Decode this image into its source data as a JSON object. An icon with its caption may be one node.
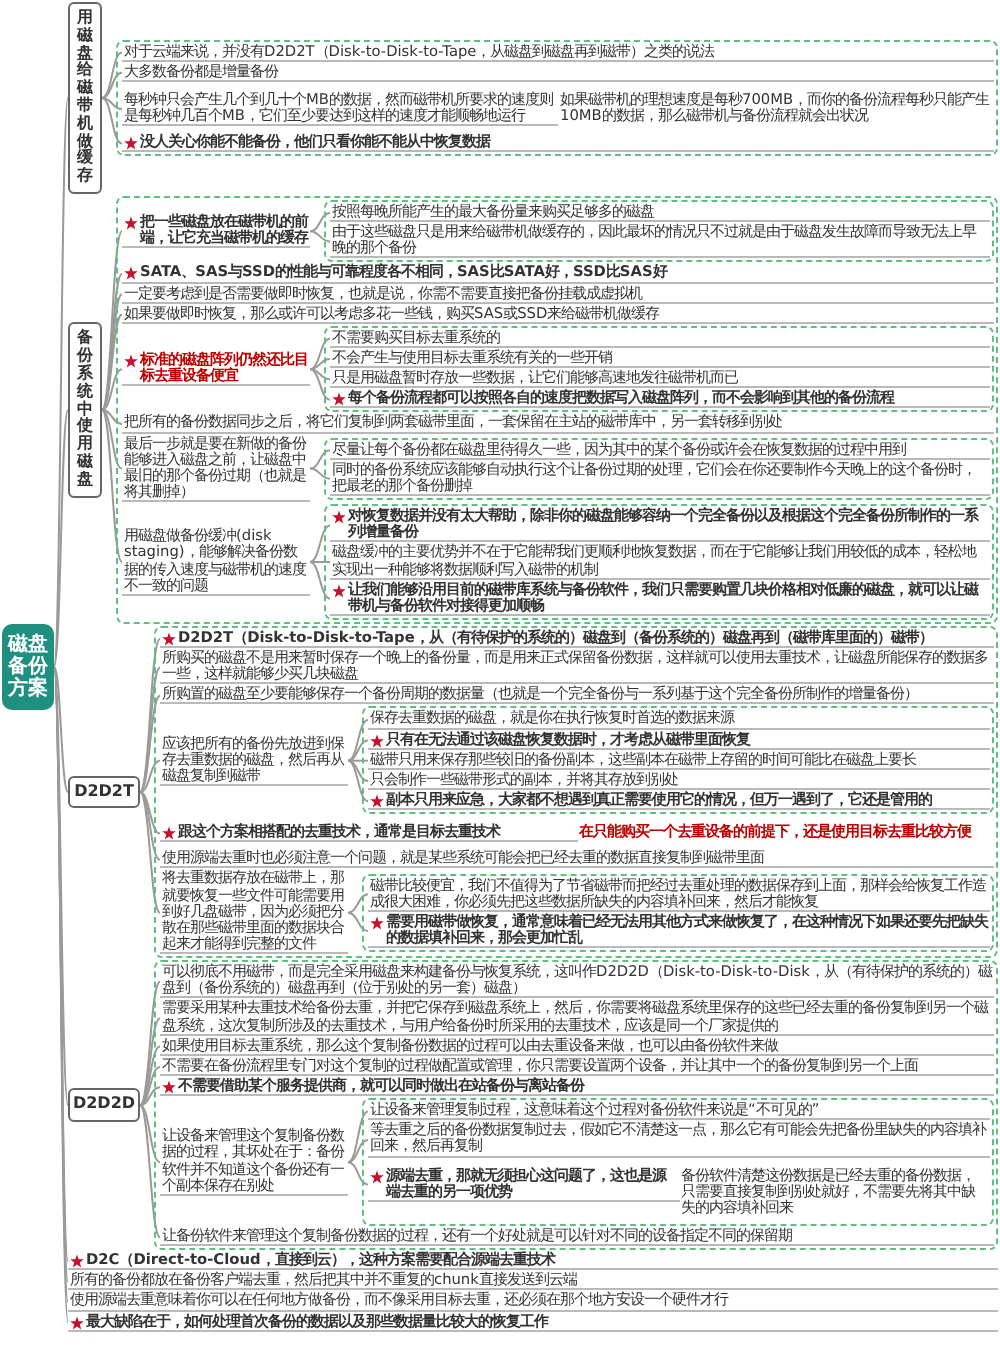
{
  "diagram": {
    "nodes": [
      {
        "text": [
          "磁盘备份方案"
        ]
      },
      {
        "text": [
          "用磁盘给磁带机做缓存"
        ]
      },
      {
        "text": [
          "对于云端来说，并没有D2D2T（Disk-to-Disk-to-Tape，从磁盘到磁盘再到磁带）之类的说法"
        ]
      },
      {
        "text": [
          "大多数备份都是增量备份"
        ]
      },
      {
        "text": [
          "每秒钟只会产生几个到几十个MB的数据，然而磁带机所要求的速度则是每秒钟几百个MB，它们至少要达到这样的速度才能顺畅地运行"
        ],
        "beside": [
          "如果磁带机的理想速度是每秒700MB，而你的备份流程每秒只能产生10MB的数据，那么磁带机与备份流程就会出状况"
        ]
      },
      {
        "text": [
          "没人关心你能不能备份，他们只看你能不能从中恢复数据"
        ]
      },
      {
        "text": [
          "备份系统中使用磁盘"
        ]
      },
      {
        "text": [
          "把一些磁盘放在磁带机的前端，让它充当磁带机的缓存"
        ]
      },
      {
        "text": [
          "按照每晚所能产生的最大备份量来购买足够多的磁盘"
        ]
      },
      {
        "text": [
          "由于这些磁盘只是用来给磁带机做缓存的，因此最坏的情况只不过就是由于磁盘发生故障而导致无法上早晚的那个备份"
        ]
      },
      {
        "text": [
          "SATA、SAS与SSD的性能与可靠程度各不相同，SAS比SATA好，SSD比SAS好"
        ]
      },
      {
        "text": [
          "一定要考虑到是否需要做即时恢复，也就是说，你需不需要直接把备份挂载成虚拟机"
        ]
      },
      {
        "text": [
          "如果要做即时恢复，那么或许可以考虑多花一些钱，购买SAS或SSD来给磁带机做缓存"
        ]
      },
      {
        "text": [
          "标准的磁盘阵列仍然还比目标去重设备便宜"
        ]
      },
      {
        "text": [
          "不需要购买目标去重系统的"
        ]
      },
      {
        "text": [
          "不会产生与使用目标去重系统有关的一些开销"
        ]
      },
      {
        "text": [
          "只是用磁盘暂时存放一些数据，让它们能够高速地发往磁带机而已"
        ]
      },
      {
        "text": [
          "每个备份流程都可以按照各自的速度把数据写入磁盘阵列，而不会影响到其他的备份流程"
        ]
      },
      {
        "text": [
          "把所有的备份数据同步之后，将它们复制到两套磁带里面，一套保留在主站的磁带库中，另一套转移到别处"
        ]
      },
      {
        "text": [
          "最后一步就是要在新做的备份能够进入磁盘之前，让磁盘中最旧的那个备份过期（也就是将其删掉）"
        ]
      },
      {
        "text": [
          "尽量让每个备份都在磁盘里待得久一些，因为其中的某个备份或许会在恢复数据的过程中用到"
        ]
      },
      {
        "text": [
          "同时的备份系统应该能够自动执行这个让备份过期的处理，它们会在你还要制作今天晚上的这个备份时，把最老的那个备份删掉"
        ]
      },
      {
        "text": [
          "用磁盘做备份缓冲(disk staging)，能够解决备份数据的传入速度与磁带机的速度不一致的问题"
        ]
      },
      {
        "text": [
          "对恢复数据并没有太大帮助，除非你的磁盘能够容纳一个完全备份以及根据这个完全备份所制作的一系列增量备份"
        ]
      },
      {
        "text": [
          "磁盘缓冲的主要优势并不在于它能帮我们更顺利地恢复数据，而在于它能够让我们用较低的成本，轻松地实现出一种能够将数据顺利写入磁带的机制"
        ]
      },
      {
        "text": [
          "让我们能够沿用目前的磁带库系统与备份软件，我们只需要购置几块价格相对低廉的磁盘，就可以让磁带机与备份软件对接得更加顺畅"
        ]
      },
      {
        "text": [
          "D2D2T"
        ]
      },
      {
        "text": [
          "D2D2T（Disk-to-Disk-to-Tape，从（有待保护的系统的）磁盘到（备份系统的）磁盘再到（磁带库里面的）磁带）"
        ]
      },
      {
        "text": [
          "所购买的磁盘不是用来暂时保存一个晚上的备份量，而是用来正式保留备份数据，这样就可以使用去重技术，让磁盘所能保存的数据多一些，这样就能够少买几块磁盘"
        ]
      },
      {
        "text": [
          "所购置的磁盘至少要能够保存一个备份周期的数据量（也就是一个完全备份与一系列基于这个完全备份所制作的增量备份）"
        ]
      },
      {
        "text": [
          "应该把所有的备份先放进到保存去重数据的磁盘，然后再从磁盘复制到磁带"
        ]
      },
      {
        "text": [
          "保存去重数据的磁盘，就是你在执行恢复时首选的数据来源"
        ]
      },
      {
        "text": [
          "只有在无法通过该磁盘恢复数据时，才考虑从磁带里面恢复"
        ]
      },
      {
        "text": [
          "磁带只用来保存那些较旧的备份副本，这些副本在磁带上存留的时间可能比在磁盘上要长"
        ]
      },
      {
        "text": [
          "只会制作一些磁带形式的副本，并将其存放到别处"
        ]
      },
      {
        "text": [
          "副本只用来应急，大家都不想遇到真正需要使用它的情况，但万一遇到了，它还是管用的"
        ]
      },
      {
        "text": [
          "跟这个方案相搭配的去重技术，通常是目标去重技术"
        ],
        "beside": [
          "在只能购买一个去重设备的前提下，还是使用目标去重比较方便"
        ]
      },
      {
        "text": [
          "使用源端去重时也必须注意一个问题，就是某些系统可能会把已经去重的数据直接复制到磁带里面"
        ]
      },
      {
        "text": [
          "将去重数据存放在磁带上，那就要恢复一些文件可能需要用到好几盘磁带，因为必须把分散在那些磁带里面的数据块合起来才能得到完整的文件"
        ]
      },
      {
        "text": [
          "磁带比较便宜，我们不值得为了节省磁带而把经过去重处理的数据保存到上面，那样会给恢复工作造成很大困难，你必须先把这些数据所缺失的内容填补回来，然后才能恢复"
        ]
      },
      {
        "text": [
          "需要用磁带做恢复，通常意味着已经无法用其他方式来做恢复了，在这种情况下如果还要先把缺失的数据填补回来，那会更加忙乱"
        ]
      },
      {
        "text": [
          "D2D2D"
        ]
      },
      {
        "text": [
          "可以彻底不用磁带，而是完全采用磁盘来构建备份与恢复系统，这叫作D2D2D（Disk-to-Disk-to-Disk，从（有待保护的系统的）磁盘到（备份系统的）磁盘再到（位于别处的另一套）磁盘）"
        ]
      },
      {
        "text": [
          "需要采用某种去重技术给备份去重，并把它保存到磁盘系统上，然后，你需要将磁盘系统里保存的这些已经去重的备份复制到另一个磁盘系统，这次复制所涉及的去重技术，与用户给备份时所采用的去重技术，应该是同一个厂家提供的"
        ]
      },
      {
        "text": [
          "如果使用目标去重系统，那么这个复制备份数据的过程可以由去重设备来做，也可以由备份软件来做"
        ]
      },
      {
        "text": [
          "不需要在备份流程里专门对这个复制的过程做配置或管理，你只需要设置两个设备，并让其中一个的备份复制到另一个上面"
        ]
      },
      {
        "text": [
          "不需要借助某个服务提供商，就可以同时做出在站备份与离站备份"
        ]
      },
      {
        "text": [
          "让设备来管理这个复制备份数据的过程，其坏处在于：备份软件并不知道这个备份还有一个副本保存在别处"
        ]
      },
      {
        "text": [
          "让设备来管理复制过程，这意味着这个过程对备份软件来说是“不可见的”"
        ]
      },
      {
        "text": [
          "等去重之后的备份数据复制过去，假如它不清楚这一点，那么它有可能会先把备份里缺失的内容填补回来，然后再复制"
        ]
      },
      {
        "text": [
          "源端去重，那就无须担心这问题了，这也是源端去重的另一项优势"
        ],
        "beside": [
          "备份软件清楚这份数据是已经去重的备份数据，只需要直接复制到别处就好，不需要先将其中缺失的内容填补回来"
        ]
      },
      {
        "text": [
          "让备份软件来管理这个复制备份数据的过程，还有一个好处就是可以针对不同的设备指定不同的保留期"
        ]
      },
      {
        "text": [
          "D2C（Direct-to-Cloud，直接到云），这种方案需要配合源端去重技术"
        ]
      },
      {
        "text": [
          "所有的备份都放在备份客户端去重，然后把其中并不重复的chunk直接发送到云端"
        ]
      },
      {
        "text": [
          "使用源端去重意味着你可以在任何地方做备份，而不像采用目标去重，还必须在那个地方安设一个硬件才行"
        ]
      },
      {
        "text": [
          "最大缺陷在于，如何处理首次备份的数据以及那些数据量比较大的恢复工作"
        ]
      }
    ],
    "edges": [
      {
        "from": 0,
        "to": 1,
        "arrow": "none"
      },
      {
        "from": 1,
        "to": 2,
        "arrow": "none"
      },
      {
        "from": 1,
        "to": 3,
        "arrow": "none"
      },
      {
        "from": 1,
        "to": 4,
        "arrow": "none"
      },
      {
        "from": 1,
        "to": 5,
        "arrow": "none"
      },
      {
        "from": 0,
        "to": 6,
        "arrow": "none"
      },
      {
        "from": 6,
        "to": 7,
        "arrow": "none"
      },
      {
        "from": 7,
        "to": 8,
        "arrow": "none"
      },
      {
        "from": 7,
        "to": 9,
        "arrow": "none"
      },
      {
        "from": 6,
        "to": 10,
        "arrow": "none"
      },
      {
        "from": 6,
        "to": 11,
        "arrow": "none"
      },
      {
        "from": 6,
        "to": 12,
        "arrow": "none"
      },
      {
        "from": 6,
        "to": 13,
        "arrow": "none"
      },
      {
        "from": 13,
        "to": 14,
        "arrow": "none"
      },
      {
        "from": 13,
        "to": 15,
        "arrow": "none"
      },
      {
        "from": 13,
        "to": 16,
        "arrow": "none"
      },
      {
        "from": 13,
        "to": 17,
        "arrow": "none"
      },
      {
        "from": 6,
        "to": 18,
        "arrow": "none"
      },
      {
        "from": 6,
        "to": 19,
        "arrow": "none"
      },
      {
        "from": 19,
        "to": 20,
        "arrow": "none"
      },
      {
        "from": 19,
        "to": 21,
        "arrow": "none"
      },
      {
        "from": 6,
        "to": 22,
        "arrow": "none"
      },
      {
        "from": 22,
        "to": 23,
        "arrow": "none"
      },
      {
        "from": 22,
        "to": 24,
        "arrow": "none"
      },
      {
        "from": 22,
        "to": 25,
        "arrow": "none"
      },
      {
        "from": 0,
        "to": 26,
        "arrow": "none"
      },
      {
        "from": 26,
        "to": 27,
        "arrow": "none"
      },
      {
        "from": 26,
        "to": 28,
        "arrow": "none"
      },
      {
        "from": 26,
        "to": 29,
        "arrow": "none"
      },
      {
        "from": 26,
        "to": 30,
        "arrow": "none"
      },
      {
        "from": 30,
        "to": 31,
        "arrow": "none"
      },
      {
        "from": 30,
        "to": 32,
        "arrow": "none"
      },
      {
        "from": 30,
        "to": 33,
        "arrow": "none"
      },
      {
        "from": 30,
        "to": 34,
        "arrow": "none"
      },
      {
        "from": 30,
        "to": 35,
        "arrow": "none"
      },
      {
        "from": 26,
        "to": 36,
        "arrow": "none"
      },
      {
        "from": 26,
        "to": 37,
        "arrow": "none"
      },
      {
        "from": 26,
        "to": 38,
        "arrow": "none"
      },
      {
        "from": 38,
        "to": 39,
        "arrow": "none"
      },
      {
        "from": 38,
        "to": 40,
        "arrow": "none"
      },
      {
        "from": 0,
        "to": 41,
        "arrow": "none"
      },
      {
        "from": 41,
        "to": 42,
        "arrow": "none"
      },
      {
        "from": 41,
        "to": 43,
        "arrow": "none"
      },
      {
        "from": 41,
        "to": 44,
        "arrow": "none"
      },
      {
        "from": 41,
        "to": 45,
        "arrow": "none"
      },
      {
        "from": 41,
        "to": 46,
        "arrow": "none"
      },
      {
        "from": 41,
        "to": 47,
        "arrow": "none"
      },
      {
        "from": 47,
        "to": 48,
        "arrow": "none"
      },
      {
        "from": 47,
        "to": 49,
        "arrow": "none"
      },
      {
        "from": 47,
        "to": 50,
        "arrow": "none"
      },
      {
        "from": 41,
        "to": 51,
        "arrow": "none"
      },
      {
        "from": 0,
        "to": 52,
        "arrow": "none"
      },
      {
        "from": 0,
        "to": 53,
        "arrow": "none"
      },
      {
        "from": 0,
        "to": 54,
        "arrow": "none"
      },
      {
        "from": 0,
        "to": 55,
        "arrow": "none"
      }
    ]
  }
}
